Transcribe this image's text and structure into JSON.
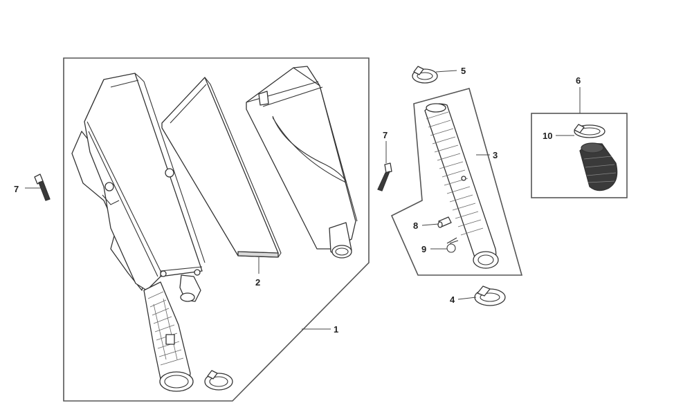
{
  "callouts": {
    "c1": "1",
    "c2": "2",
    "c3": "3",
    "c4": "4",
    "c5": "5",
    "c6": "6",
    "c7_left": "7",
    "c7_right": "7",
    "c8": "8",
    "c9": "9",
    "c10": "10"
  },
  "colors": {
    "line": "#333333",
    "frame": "#555555",
    "part_fill": "#ffffff",
    "shade": "#d9d9d9",
    "dark_part": "#3a3a3a"
  }
}
